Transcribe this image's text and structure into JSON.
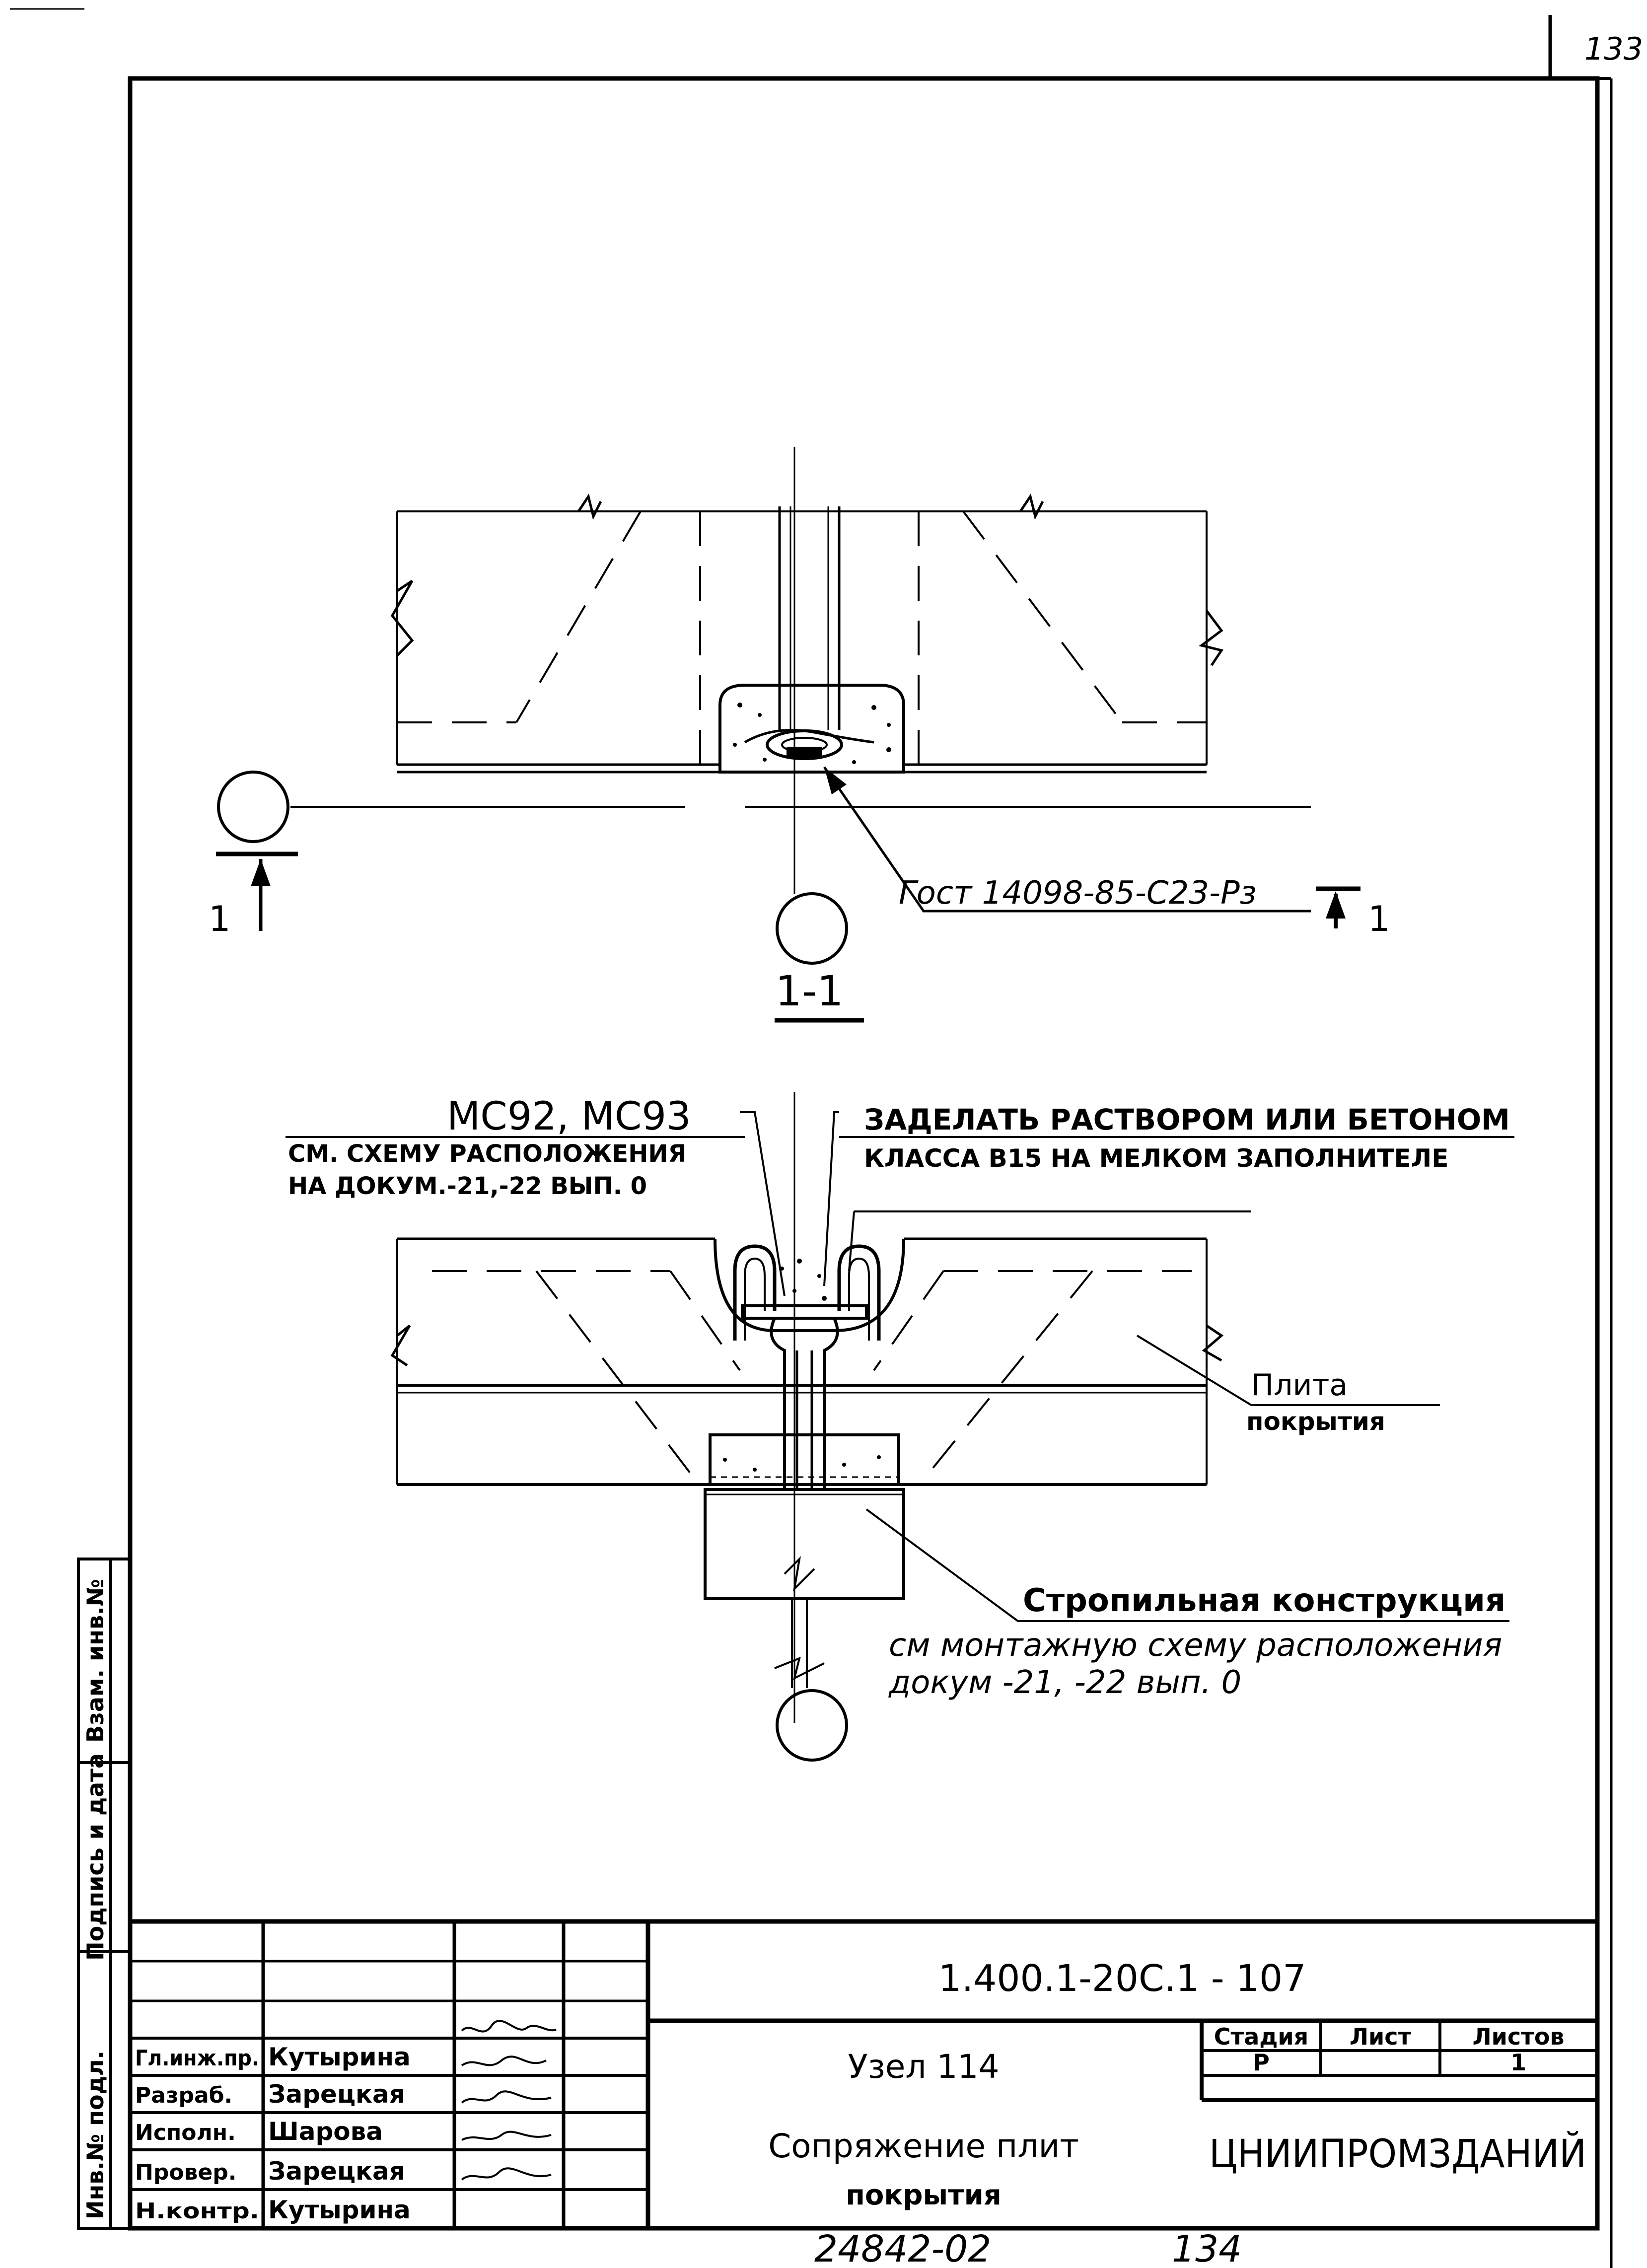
{
  "page_number": "133",
  "bottom_number": "24842-02",
  "bottom_page": "134",
  "plan": {
    "gost_label": "Гост 14098-85-С23-Рз",
    "section_mark_left": "1",
    "section_mark_right": "1"
  },
  "section": {
    "title": "1-1",
    "mc_label": "МС92, МС93",
    "mc_note_1": "СМ. СХЕМУ РАСПОЛОЖЕНИЯ",
    "mc_note_2": "НА ДОКУМ.-21,-22 ВЫП. 0",
    "fill_note_1": "ЗАДЕЛАТЬ РАСТВОРОМ ИЛИ БЕТОНОМ",
    "fill_note_2": "КЛАССА В15 НА МЕЛКОМ ЗАПОЛНИТЕЛЕ",
    "slab_label_1": "Плита",
    "slab_label_2": "покрытия",
    "truss_label": "Стропильная конструкция",
    "truss_note_1": "см монтажную схему расположения",
    "truss_note_2": "докум -21, -22 вып. 0"
  },
  "side_stamp": {
    "inv_no": "Инв.№ подл.",
    "sign_date": "Подпись и дата",
    "vzam_inv": "Взам. инв.№"
  },
  "title_block": {
    "doc_code": "1.400.1-20С.1 - 107",
    "node_title": "Узел 114",
    "desc_1": "Сопряжение плит",
    "desc_2": "покрытия",
    "stage_header": "Стадия",
    "sheet_header": "Лист",
    "sheets_header": "Листов",
    "stage_value": "Р",
    "sheet_value": "",
    "sheets_value": "1",
    "organization": "ЦНИИПРОМЗДАНИЙ",
    "roles": [
      "Гл.инж.пр.",
      "Разраб.",
      "Исполн.",
      "Провер.",
      "Н.контр."
    ],
    "names": [
      "Кутырина",
      "Зарецкая",
      "Шарова",
      "Зарецкая",
      "Кутырина"
    ]
  }
}
